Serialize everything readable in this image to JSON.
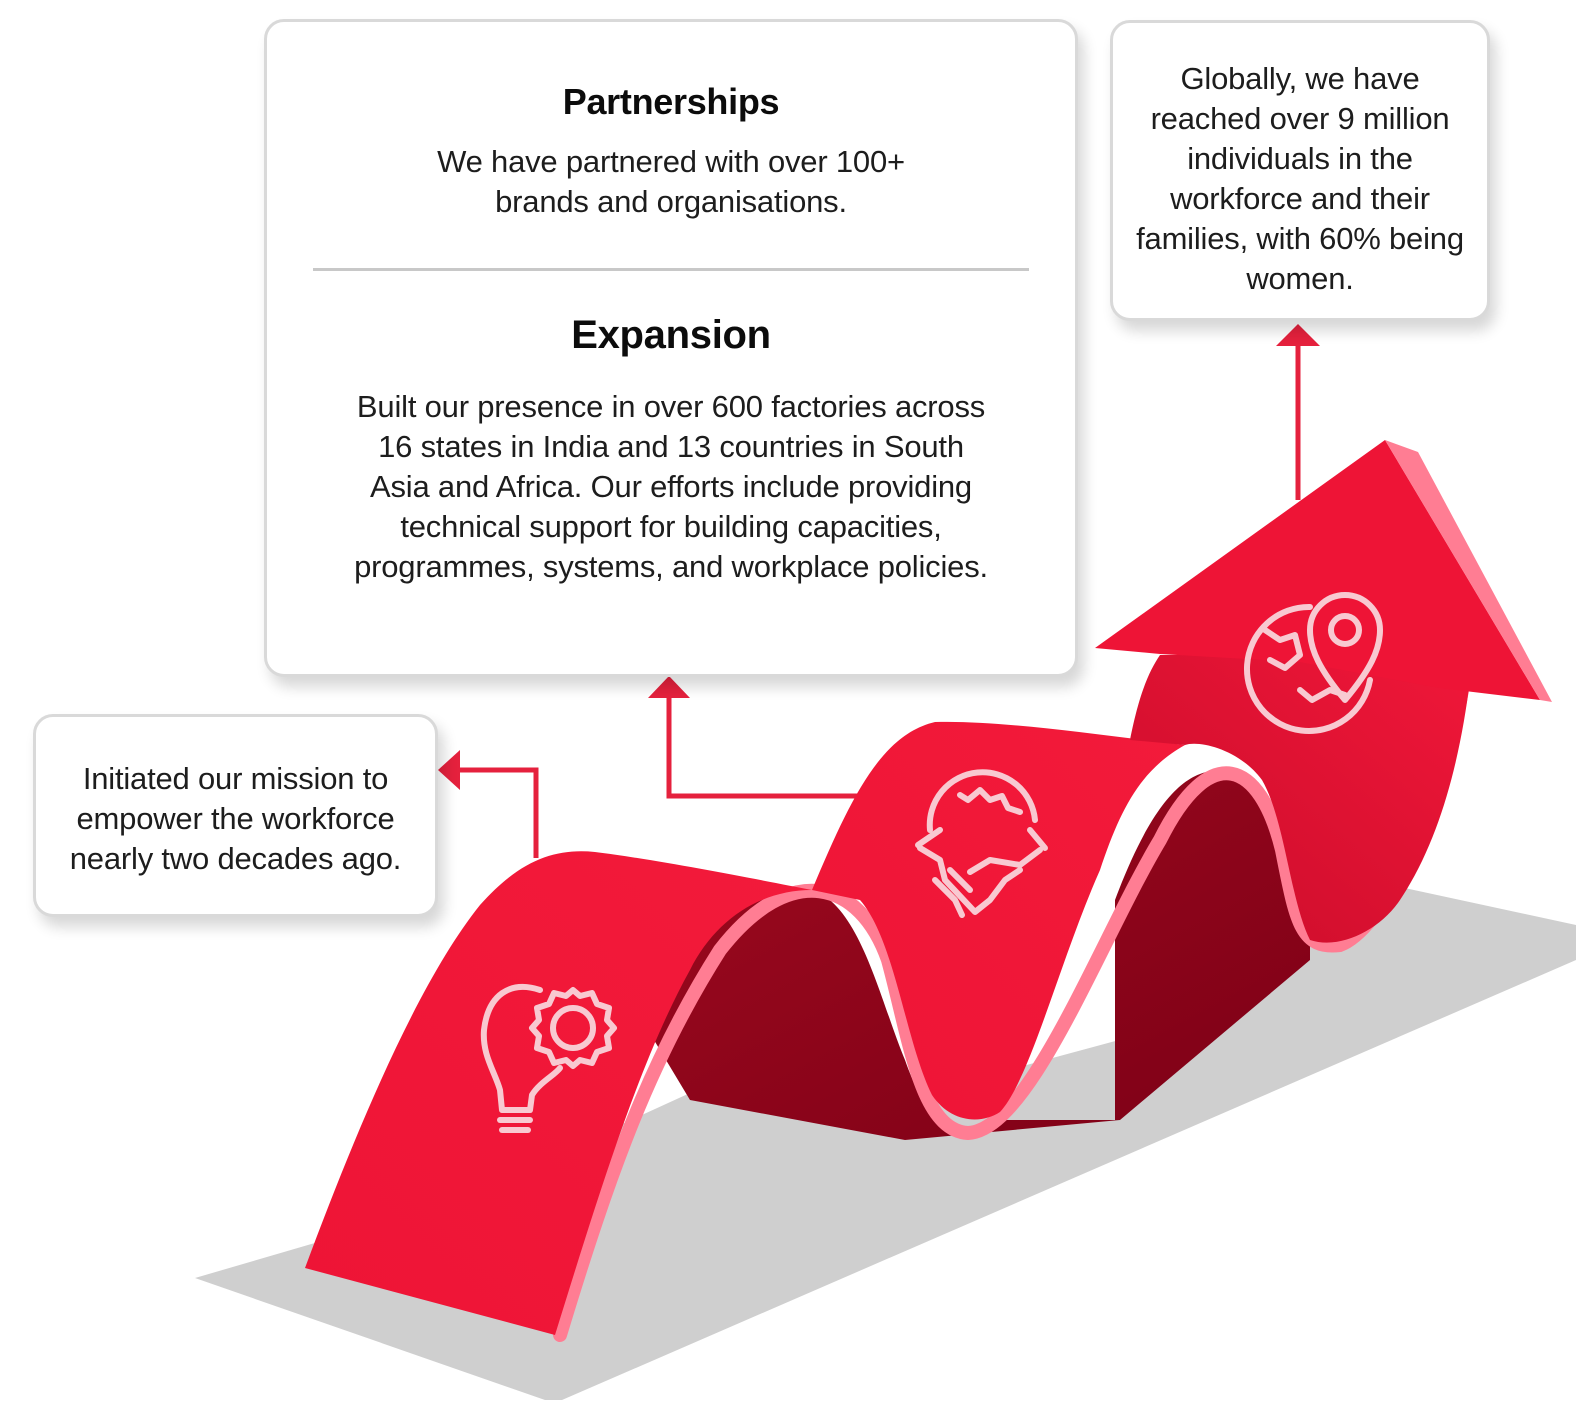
{
  "colors": {
    "ribbon_red": "#ee1436",
    "ribbon_dark": "#8c0018",
    "ribbon_edge": "#ff7d93",
    "shadow_grey": "#cfcfcf",
    "card_border": "#d9d9d9",
    "connector_red": "#e5213d"
  },
  "milestones": {
    "start": {
      "text": "Initiated our mission to empower the workforce nearly two decades ago.",
      "icon": "lightbulb-gear-icon"
    },
    "partnerships": {
      "heading": "Partnerships",
      "text": "We have partnered with over 100+ brands and organisations."
    },
    "expansion": {
      "heading": "Expansion",
      "text": "Built our presence in over 600 factories across 16 states in India and 13 countries in South Asia and Africa. Our efforts include providing technical support for building capacities, programmes, systems, and workplace policies.",
      "icon": "handshake-gear-icon"
    },
    "reach": {
      "text": "Globally, we have reached over 9 million individuals in the workforce and their families, with 60% being women.",
      "icon": "globe-location-icon"
    }
  }
}
